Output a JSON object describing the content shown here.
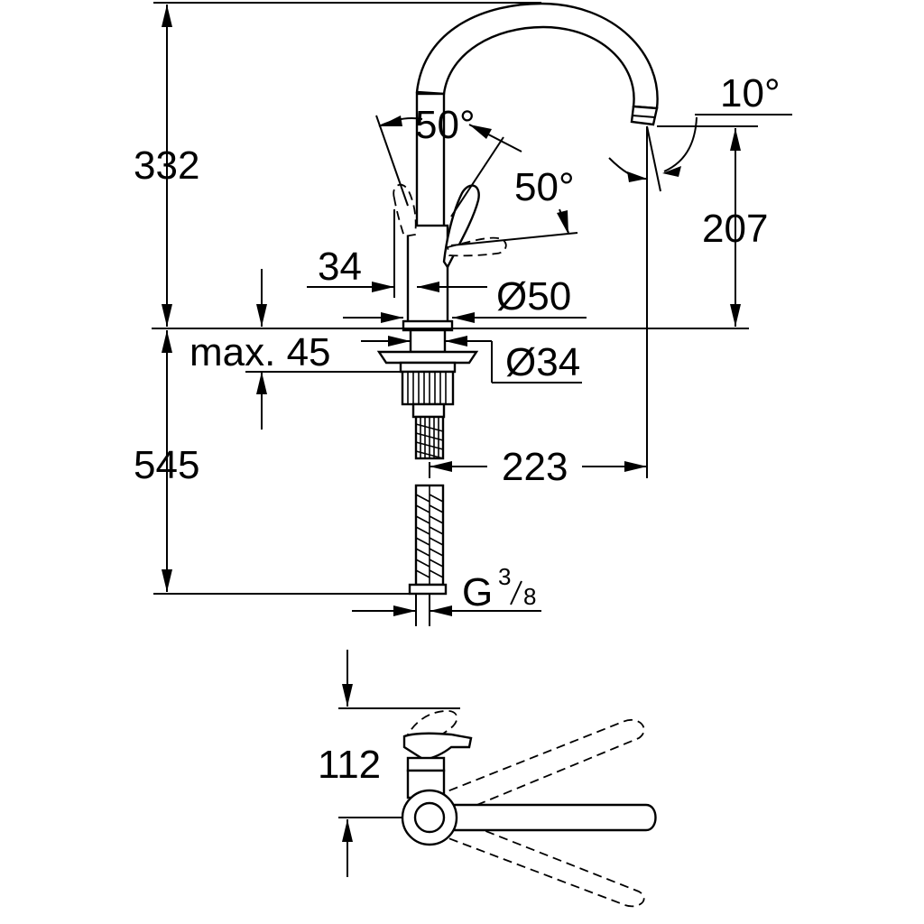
{
  "drawing": {
    "height_total": "332",
    "height_below_deck": "545",
    "spout_height": "207",
    "spout_reach": "223",
    "spout_tilt": "10°",
    "lever_angle_front": "50°",
    "lever_angle_side": "50°",
    "lever_offset": "34",
    "body_diameter": "Ø50",
    "hole_diameter": "Ø34",
    "max_deck_thickness": "max. 45",
    "connection_prefix": "G",
    "connection_num": "3",
    "connection_den": "8",
    "top_view_depth": "112"
  }
}
